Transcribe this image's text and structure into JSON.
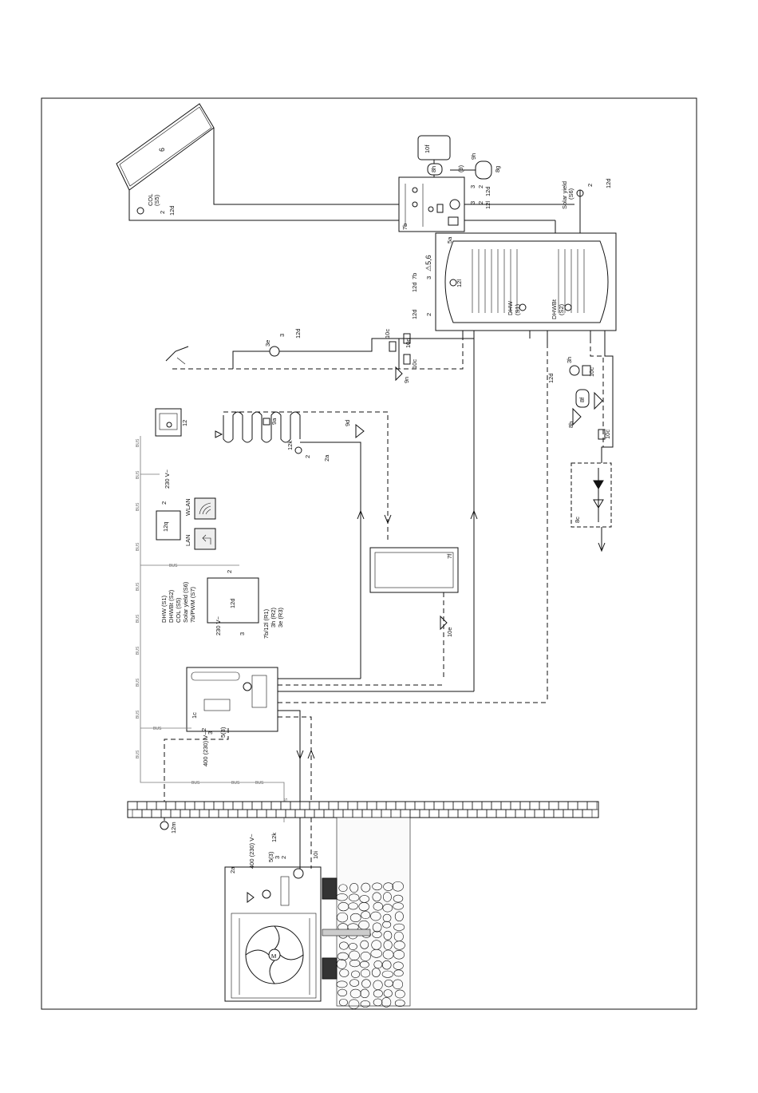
{
  "labels": {
    "collector": "6",
    "col_sensor": "COL",
    "col_sensor_code": "(S5)",
    "lbl_2": "2",
    "lbl_3": "3",
    "lbl_12d": "12d",
    "lbl_12l": "12l",
    "lbl_7b": "7b",
    "lbl_10f": "10f",
    "lbl_8h": "8h",
    "lbl_9l": "(9)",
    "lbl_9h": "9h",
    "lbl_8g": "8g",
    "solar_yield": "Solar yield",
    "solar_yield_code": "(S6)",
    "storage": "5a",
    "storage_rating": "⚠5,6",
    "dhw": "DHW",
    "dhw_code": "(S1)",
    "dhwbt": "DHWBt",
    "dhwbt_code": "(S2)",
    "lbl_3e": "3e",
    "lbl_10c": "10c",
    "lbl_10d": "10d",
    "lbl_9n": "9n",
    "lbl_3h": "3h",
    "lbl_8f": "8f",
    "lbl_8b": "8b",
    "lbl_8c": "8c",
    "lbl_12": "12",
    "lbl_9a": "9a",
    "lbl_9d": "9d",
    "lbl_12k": "12k",
    "lbl_2a": "2a",
    "lbl_12q": "12q",
    "v230": "230 V~",
    "wlan": "WLAN",
    "lan": "LAN",
    "lbl_7f": "7f",
    "lbl_10e": "10e",
    "terminal_inputs": [
      "DHW (S1)",
      "DHWBt (S2)",
      "COL (S5)",
      "Solar yield (S6)",
      "7b/PWM (S7)"
    ],
    "terminal_outputs": [
      "7b/12l (R1)",
      "3h (R2)",
      "3e (R3)"
    ],
    "lbl_1c": "1c",
    "lbl_5_3": "5(3)",
    "v400": "400 (230) V~",
    "lbl_12m": "12m",
    "lbl_10i": "10i",
    "bus": "BUS"
  }
}
